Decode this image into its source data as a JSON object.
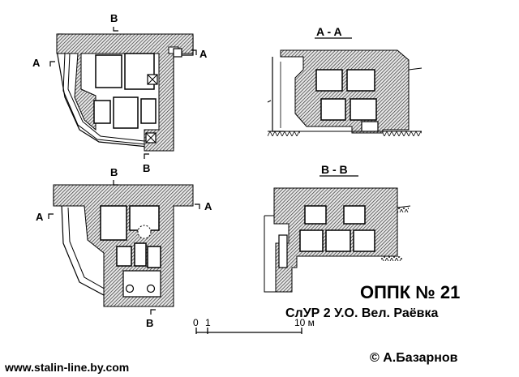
{
  "labels": {
    "b": "B",
    "a": "A",
    "section_aa": "A - A",
    "section_bb": "B - B"
  },
  "title": {
    "main": "ОППК № 21",
    "sub": "СлУР  2 У.О.  Вел. Раёвка"
  },
  "scale": {
    "zero": "0",
    "one": "1",
    "ten": "10 м"
  },
  "credits": {
    "website": "www.stalin-line.by.com",
    "author": "© А.Базарнов"
  },
  "colors": {
    "ink": "#000000",
    "hatch": "#555555",
    "paper": "#ffffff"
  }
}
